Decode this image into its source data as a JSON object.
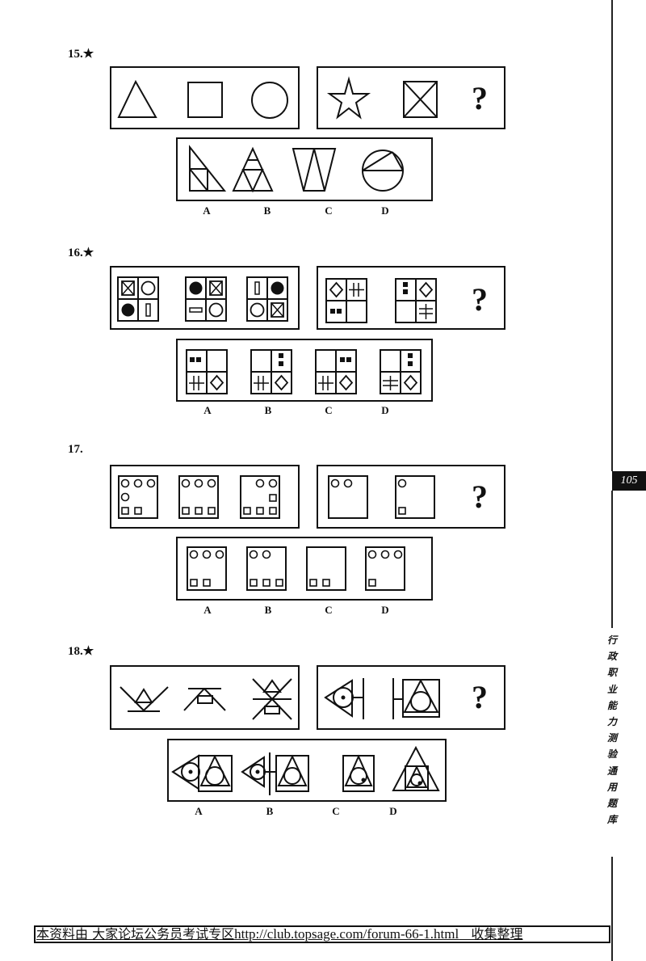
{
  "page": {
    "page_number": "105",
    "side_title_chars": [
      "行",
      "政",
      "职",
      "业",
      "能",
      "力",
      "测",
      "验",
      "通",
      "用",
      "题",
      "库"
    ],
    "footer": {
      "prefix": "本资料由 大家论坛公务员考试专区",
      "url": "http://club.topsage.com/forum-66-1.html",
      "suffix": "收集整理"
    }
  },
  "questions": [
    {
      "number": "15.",
      "starred": true,
      "star_glyph": "★",
      "given_group_1": [
        "triangle",
        "square",
        "circle"
      ],
      "given_group_2": [
        "star",
        "square-with-x",
        "?"
      ],
      "question_mark": "?",
      "options": [
        {
          "label": "A",
          "figure": "right-triangle-subdivided"
        },
        {
          "label": "B",
          "figure": "triangle-of-four-triangles"
        },
        {
          "label": "C",
          "figure": "inverted-trapezoid-with-triangle"
        },
        {
          "label": "D",
          "figure": "circle-with-inscribed-triangle"
        }
      ]
    },
    {
      "number": "16.",
      "starred": true,
      "star_glyph": "★",
      "given_group_1": [
        "grid-x-circle-dot-bar",
        "grid-dot-x-dash-circle",
        "grid-bar-dot-circle-x"
      ],
      "given_group_2": [
        "grid-diamond-hash-squares-empty",
        "grid-vsquares-diamond-empty-cross",
        "?"
      ],
      "question_mark": "?",
      "options": [
        {
          "label": "A",
          "figure": "grid-squares-empty-hash-diamond"
        },
        {
          "label": "B",
          "figure": "grid-empty-vsquares-hash-diamond"
        },
        {
          "label": "C",
          "figure": "grid-empty-squares-hash-diamond"
        },
        {
          "label": "D",
          "figure": "grid-empty-vsquares-cross-diamond"
        }
      ]
    },
    {
      "number": "17.",
      "starred": false,
      "star_glyph": "",
      "given_group_1": [
        "4 circles 2 squares",
        "3 circles 3 squares",
        "2 circles 4 squares"
      ],
      "given_group_2": [
        "2 circles 0 squares",
        "1 circle 1 square",
        "?"
      ],
      "question_mark": "?",
      "options": [
        {
          "label": "A",
          "figure": "3 circles 2 squares"
        },
        {
          "label": "B",
          "figure": "2 circles 3 squares"
        },
        {
          "label": "C",
          "figure": "0 circles 2 squares"
        },
        {
          "label": "D",
          "figure": "3 circles 1 square"
        }
      ]
    },
    {
      "number": "18.",
      "starred": true,
      "star_glyph": "★",
      "given_group_1": [
        "v-lines-triangle-base",
        "lines-triangle-rect-top",
        "x-lines-triangles-rect"
      ],
      "given_group_2": [
        "triangle-circle-dot-line",
        "line-square-triangle-circle",
        "?"
      ],
      "question_mark": "?",
      "options": [
        {
          "label": "A",
          "figure": "triangle-circle-dot + square-triangle-circle"
        },
        {
          "label": "B",
          "figure": "triangle-circle-dot + line + square-triangle-circle"
        },
        {
          "label": "C",
          "figure": "square-triangle-circle-dot"
        },
        {
          "label": "D",
          "figure": "big-triangle-square-triangle-circle-dot"
        }
      ]
    }
  ]
}
